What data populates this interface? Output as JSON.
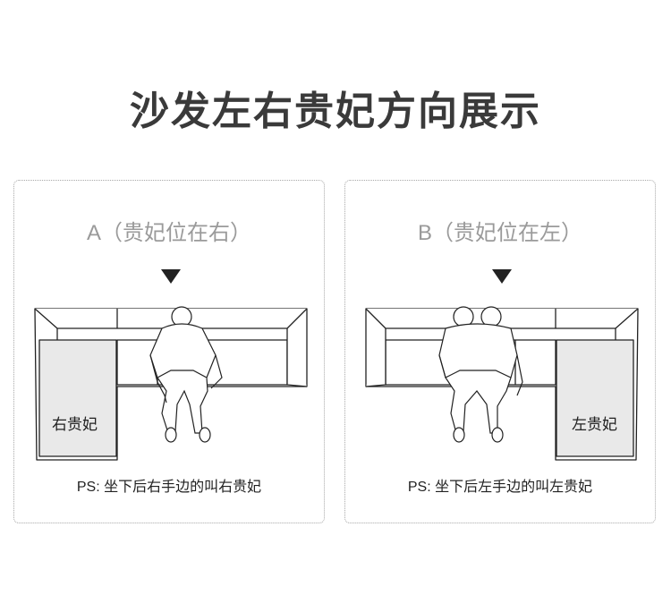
{
  "title": "沙发左右贵妃方向展示",
  "cards": [
    {
      "label": "A（贵妃位在右）",
      "chaise_label": "右贵妃",
      "note": "PS: 坐下后右手边的叫右贵妃"
    },
    {
      "label": "B（贵妃位在左）",
      "chaise_label": "左贵妃",
      "note": "PS: 坐下后左手边的叫左贵妃"
    }
  ],
  "colors": {
    "title": "#3a3a3a",
    "label": "#9a9a9a",
    "chaise_fill": "#e9e9e9",
    "line": "#222222"
  },
  "icons": [
    "down-triangle-icon",
    "sofa-illustration",
    "seated-person-illustration"
  ]
}
